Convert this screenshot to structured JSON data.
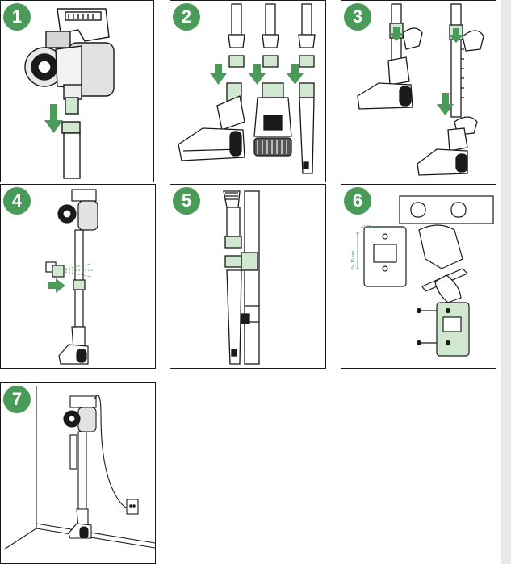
{
  "steps": [
    {
      "number": "1"
    },
    {
      "number": "2"
    },
    {
      "number": "3"
    },
    {
      "number": "4"
    },
    {
      "number": "5"
    },
    {
      "number": "6"
    },
    {
      "number": "7"
    }
  ],
  "wall_mount": {
    "hole_diameter": "⌀4.20 mm",
    "hole_spacing": "54.10 mm"
  },
  "colors": {
    "accent_green": "#4a9a5a",
    "light_green": "#cfe8cf",
    "line": "#1a1a1a"
  }
}
